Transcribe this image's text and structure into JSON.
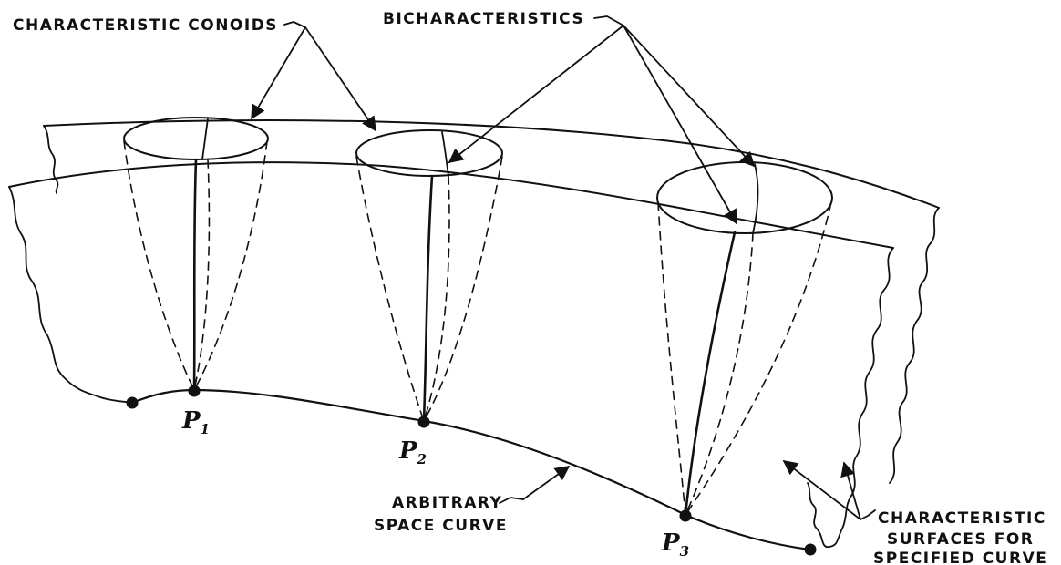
{
  "labels": {
    "characteristic_conoids": "CHARACTERISTIC CONOIDS",
    "bicharacteristics": "BICHARACTERISTICS",
    "arbitrary_line1": "ARBITRARY",
    "arbitrary_line2": "SPACE CURVE",
    "surfaces_line1": "CHARACTERISTIC",
    "surfaces_line2": "SURFACES FOR",
    "surfaces_line3": "SPECIFIED CURVE"
  },
  "points": [
    {
      "letter": "P",
      "sub": "1"
    },
    {
      "letter": "P",
      "sub": "2"
    },
    {
      "letter": "P",
      "sub": "3"
    }
  ]
}
